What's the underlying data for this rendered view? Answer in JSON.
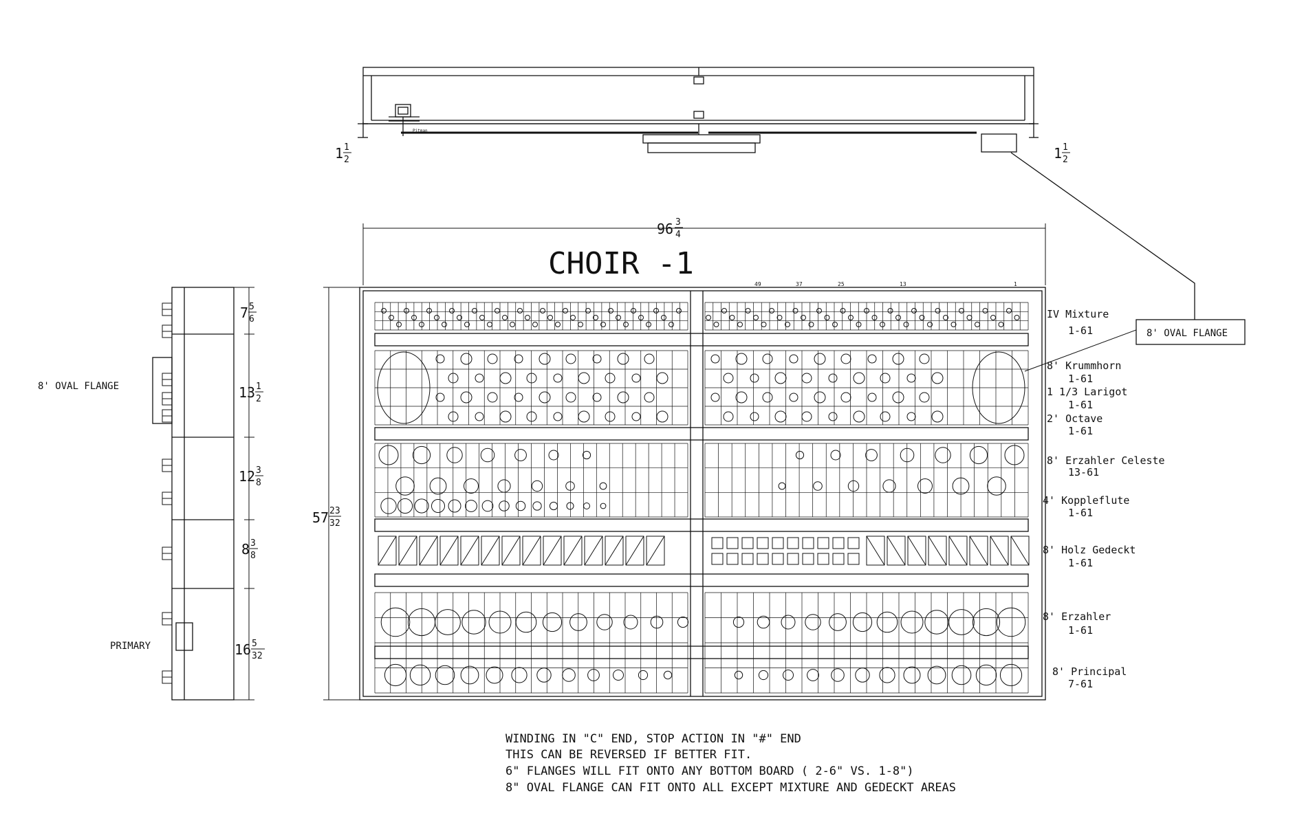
{
  "title": "CHOIR -1",
  "dimensions": {
    "width_whole": "96",
    "width_num": "3",
    "width_den": "4",
    "height_whole": "57",
    "height_num": "23",
    "height_den": "32",
    "top_left_whole": "1",
    "top_left_num": "1",
    "top_left_den": "2",
    "top_right_whole": "1",
    "top_right_num": "1",
    "top_right_den": "2",
    "side": [
      {
        "whole": "7",
        "num": "5",
        "den": "6"
      },
      {
        "whole": "13",
        "num": "1",
        "den": "2"
      },
      {
        "whole": "12",
        "num": "3",
        "den": "8"
      },
      {
        "whole": "8",
        "num": "3",
        "den": "8"
      },
      {
        "whole": "16",
        "num": "5",
        "den": "32"
      }
    ]
  },
  "note_numbers": [
    "49",
    "37",
    "25",
    "13",
    "1"
  ],
  "plan_label": "Pitman",
  "side_labels": {
    "oval_flange": "8' OVAL FLANGE",
    "primary": "PRIMARY"
  },
  "callout": "8' OVAL FLANGE",
  "stops": [
    {
      "name": "IV Mixture",
      "range": "1-61"
    },
    {
      "name": "8' Krummhorn",
      "range": "1-61"
    },
    {
      "name": "1 1/3 Larigot",
      "range": "1-61"
    },
    {
      "name": "2' Octave",
      "range": "1-61"
    },
    {
      "name": "8' Erzahler Celeste",
      "range": "13-61"
    },
    {
      "name": "4' Koppleflute",
      "range": "1-61"
    },
    {
      "name": "8' Holz Gedeckt",
      "range": "1-61"
    },
    {
      "name": "8' Erzahler",
      "range": "1-61"
    },
    {
      "name": "8' Principal",
      "range": "7-61"
    }
  ],
  "notes": [
    "WINDING IN \"C\" END, STOP ACTION IN \"#\" END",
    "THIS CAN BE REVERSED IF BETTER FIT.",
    "6\" FLANGES WILL FIT ONTO ANY BOTTOM BOARD ( 2-6\" VS. 1-8\")",
    "8\" OVAL FLANGE CAN FIT ONTO ALL EXCEPT MIXTURE AND GEDECKT AREAS"
  ]
}
